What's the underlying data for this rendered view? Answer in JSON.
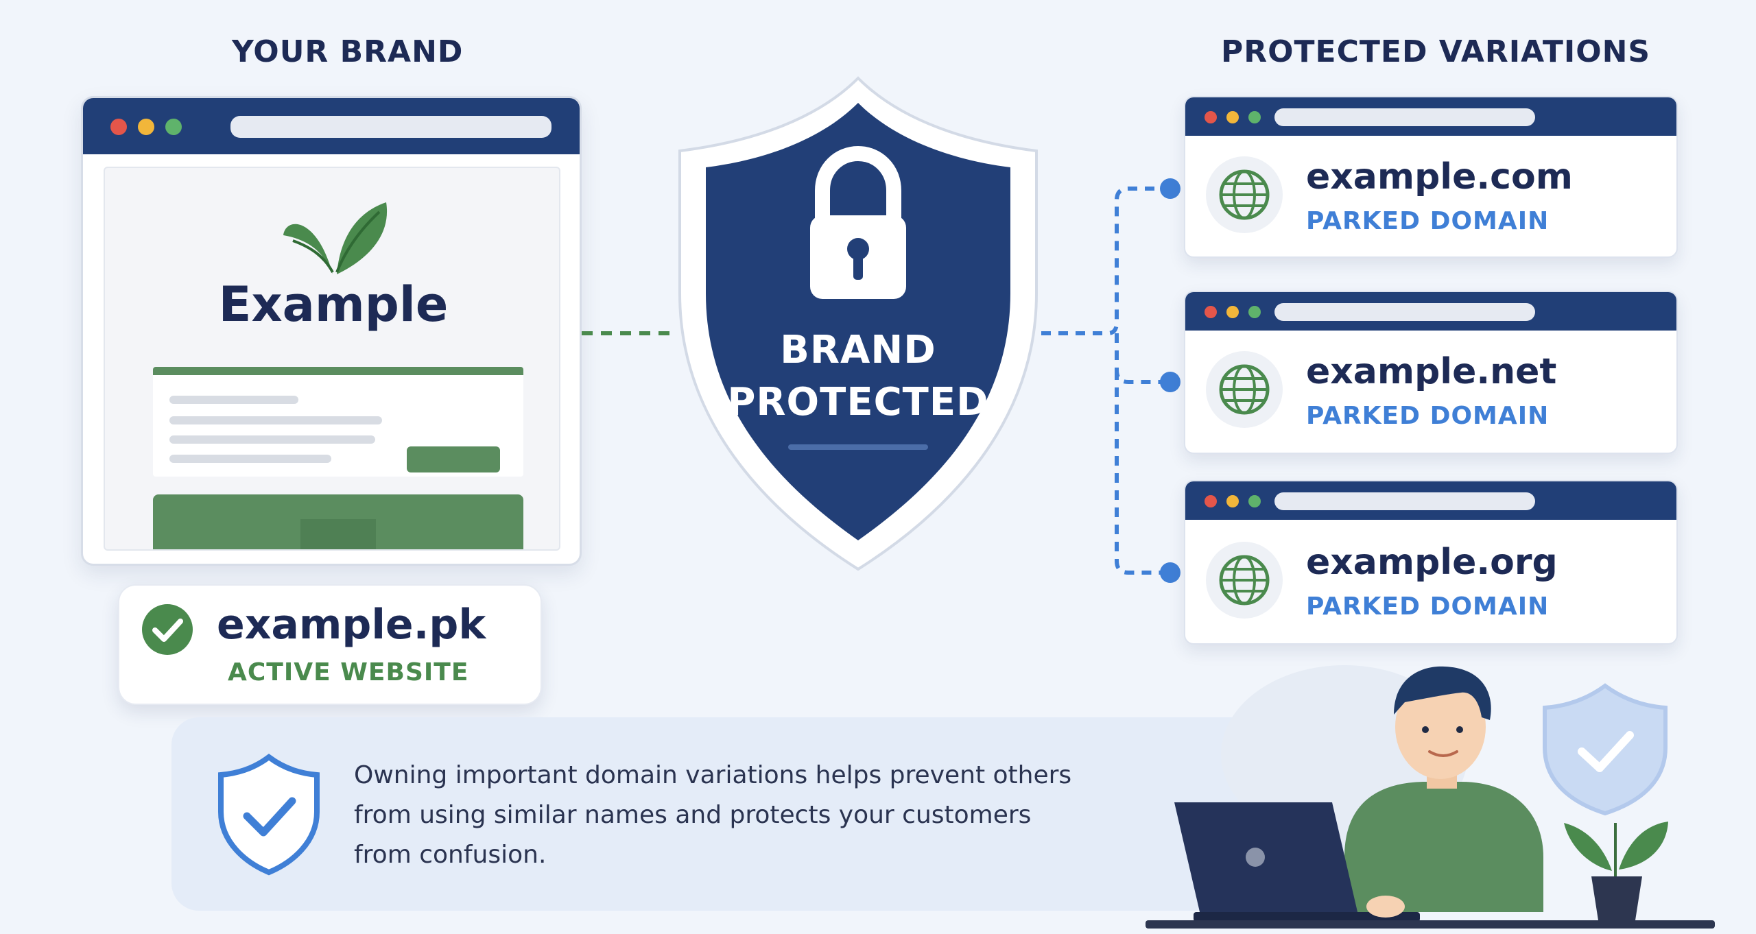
{
  "headings": {
    "left": "YOUR BRAND",
    "right": "PROTECTED VARIATIONS"
  },
  "brand": {
    "logo_text": "Example",
    "domain": "example.pk",
    "status": "ACTIVE WEBSITE"
  },
  "shield": {
    "line1": "BRAND",
    "line2": "PROTECTED"
  },
  "variations": [
    {
      "domain": "example.com",
      "status": "PARKED DOMAIN"
    },
    {
      "domain": "example.net",
      "status": "PARKED DOMAIN"
    },
    {
      "domain": "example.org",
      "status": "PARKED DOMAIN"
    }
  ],
  "info": {
    "line1": "Owning important domain variations helps prevent others",
    "line2": "from using similar names and protects your customers",
    "line3": "from confusion."
  },
  "colors": {
    "navy": "#213f77",
    "dark_text": "#1d2a55",
    "green": "#4a8a4d",
    "blue_accent": "#3f7fd6",
    "dot_red": "#e4564a",
    "dot_yellow": "#f2b63a",
    "dot_green": "#5fb36b"
  },
  "icons": [
    "leaf-icon",
    "lock-icon",
    "globe-icon",
    "check-circle-icon",
    "shield-check-icon",
    "person-laptop-illustration",
    "plant-icon"
  ]
}
